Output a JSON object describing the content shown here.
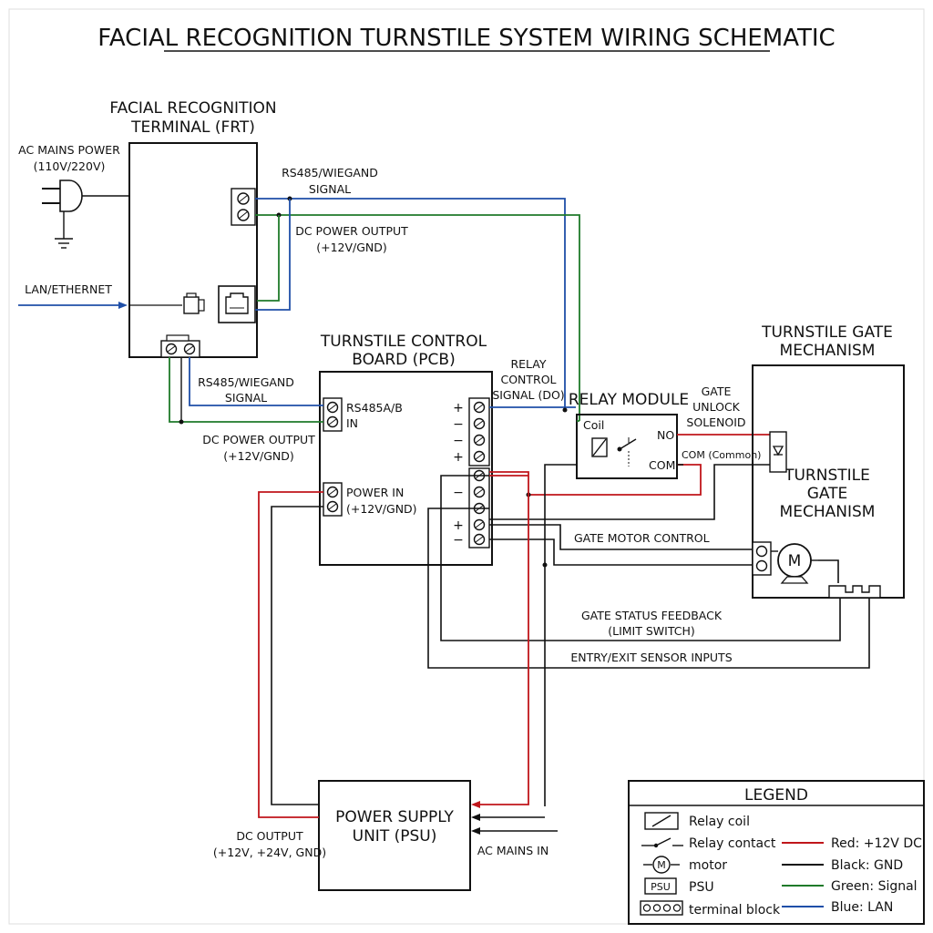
{
  "title": "FACIAL RECOGNITION TURNSTILE SYSTEM WIRING SCHEMATIC",
  "frt": {
    "title_line1": "FACIAL RECOGNITION",
    "title_line2": "TERMINAL (FRT)",
    "ac_power_line1": "AC MAINS POWER",
    "ac_power_line2": "(110V/220V)",
    "lan_label": "LAN/ETHERNET",
    "rs485_line1": "RS485/WIEGAND",
    "rs485_line2": "SIGNAL",
    "dc_out_line1": "DC POWER OUTPUT",
    "dc_out_line2": "(+12V/GND)"
  },
  "pcb": {
    "title_line1": "TURNSTILE CONTROL",
    "title_line2": "BOARD (PCB)",
    "rs485_in_line1": "RS485A/B",
    "rs485_in_line2": "IN",
    "power_in_line1": "POWER IN",
    "power_in_line2": "(+12V/GND)",
    "left_rs485_line1": "RS485/WIEGAND",
    "left_rs485_line2": "SIGNAL",
    "left_dc_line1": "DC POWER OUTPUT",
    "left_dc_line2": "(+12V/GND)",
    "relay_ctrl_line1": "RELAY",
    "relay_ctrl_line2": "CONTROL",
    "relay_ctrl_line3": "SIGNAL (DO)",
    "terminal_marks_top": [
      "+",
      "−",
      "−",
      "+"
    ],
    "terminal_marks_bottom": [
      "−",
      "",
      "+",
      "−"
    ]
  },
  "relay": {
    "title": "RELAY MODULE",
    "coil": "Coil",
    "no": "NO",
    "com": "COM",
    "com_common": "COM (Common)"
  },
  "gate": {
    "title_line1": "TURNSTILE GATE",
    "title_line2": "MECHANISM",
    "inner_line1": "TURNSTILE",
    "inner_line2": "GATE",
    "inner_line3": "MECHANISM",
    "solenoid_line1": "GATE",
    "solenoid_line2": "UNLOCK",
    "solenoid_line3": "SOLENOID",
    "motor_symbol": "M",
    "motor_control": "GATE MOTOR CONTROL",
    "status_line1": "GATE STATUS FEEDBACK",
    "status_line2": "(LIMIT SWITCH)",
    "sensor_inputs": "ENTRY/EXIT SENSOR INPUTS"
  },
  "psu": {
    "title_line1": "POWER SUPPLY",
    "title_line2": "UNIT (PSU)",
    "dc_out_line1": "DC OUTPUT",
    "dc_out_line2": "(+12V, +24V, GND)",
    "ac_in": "AC MAINS IN"
  },
  "legend": {
    "title": "LEGEND",
    "items": [
      "Relay coil",
      "Relay contact",
      "motor",
      "PSU",
      "terminal block"
    ],
    "psu_symbol": "PSU",
    "motor_symbol": "M",
    "colors": [
      "Red: +12V DC",
      "Black: GND",
      "Green: Signal",
      "Blue: LAN"
    ]
  },
  "colors": {
    "red": "#c0161b",
    "black": "#111111",
    "green": "#1f7a2a",
    "blue": "#1f4fa8"
  }
}
